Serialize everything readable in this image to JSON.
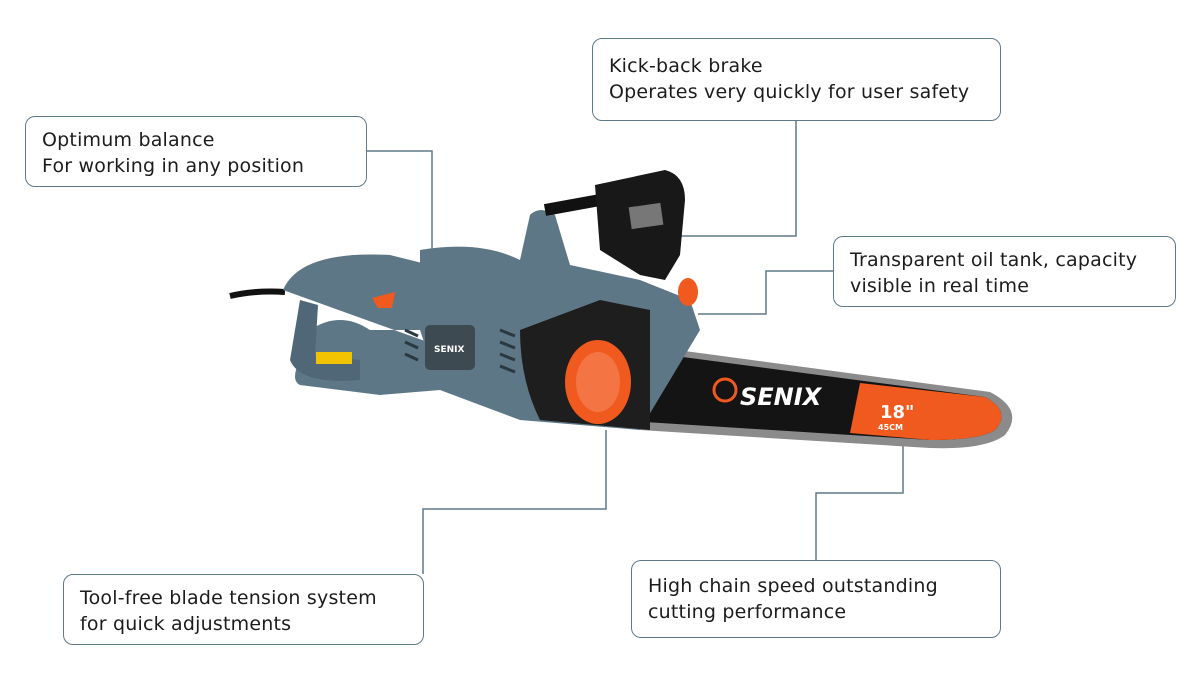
{
  "callouts": {
    "balance": {
      "line1": "Optimum balance",
      "line2": "For working in any position"
    },
    "brake": {
      "line1": "Kick-back brake",
      "line2": "Operates very quickly for user safety"
    },
    "oil": {
      "line1": "Transparent oil tank, capacity",
      "line2": "visible in real time"
    },
    "tension": {
      "line1": "Tool-free blade tension system",
      "line2": "for quick adjustments"
    },
    "speed": {
      "line1": "High chain speed outstanding",
      "line2": "cutting performance"
    }
  },
  "product": {
    "brand": "SENIX",
    "bar_size": "18\"",
    "bar_size_metric": "45CM"
  },
  "colors": {
    "body": "#5e7786",
    "accent": "#f05a1e",
    "line": "#5f7a8a",
    "black": "#1a1a1a"
  }
}
